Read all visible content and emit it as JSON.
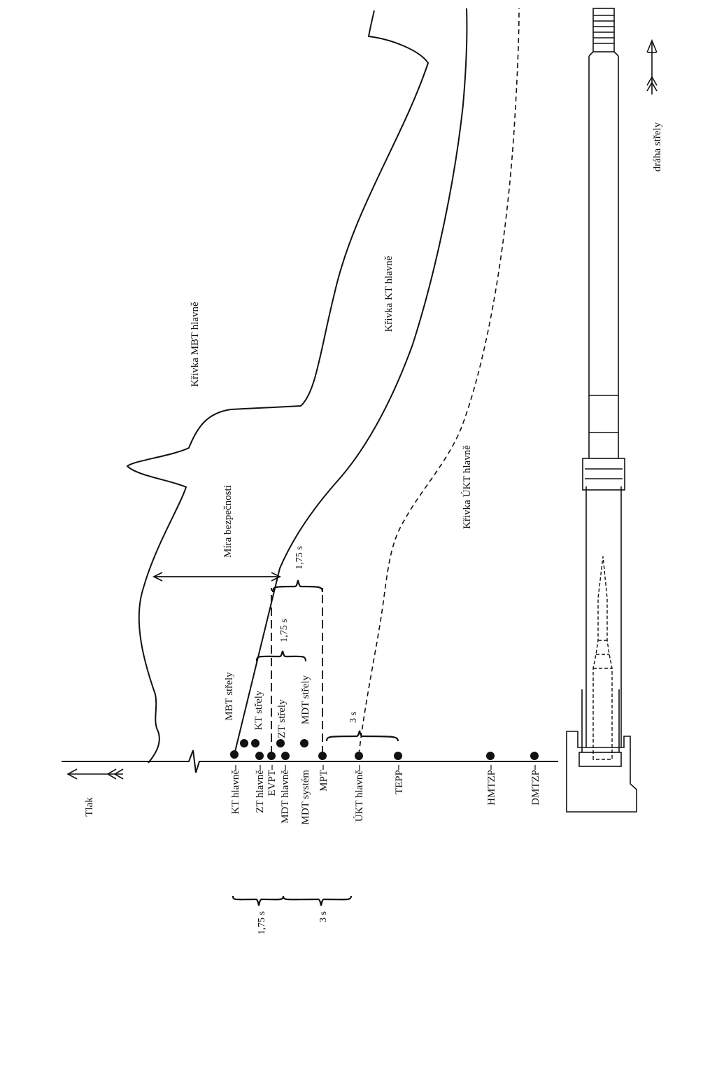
{
  "curves": {
    "mbt_label": "Křivka MBT hlavně",
    "kt_label": "Křivka KT hlavně",
    "ukt_label": "Křivka ÚKT hlavně"
  },
  "labels": {
    "safety_margin": "Míra bezpečnosti",
    "pressure": "Tlak",
    "trajectory": "dráha střely"
  },
  "upper_labels": {
    "mbt_strely": "MBT střely",
    "kt_strely": "KT střely",
    "zt_strely": "ZT střely",
    "mdt_strely": "MDT střely"
  },
  "axis_labels": {
    "kt_hlavne": "KT hlavně",
    "zt_hlavne": "ZT hlavně",
    "evpt": "EVPT",
    "mdt_hlavne": "MDT hlavně",
    "mdt_system": "MDT systém",
    "mpt": "MPT",
    "ukt_hlavne": "ÚKT hlavně",
    "tepp": "TEPP",
    "hmtzp": "HMTZP",
    "dmtzp": "DMTZP"
  },
  "durations": {
    "d_175_a": "1,75 s",
    "d_175_b": "1,75 s",
    "d_3_a": "3 s",
    "d_175_c": "1,75 s",
    "d_3_b": "3 s"
  }
}
